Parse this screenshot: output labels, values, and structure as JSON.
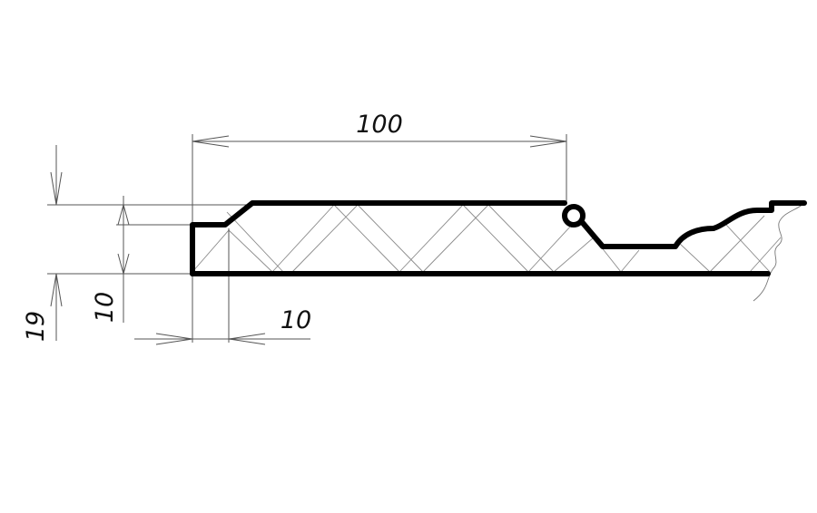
{
  "drawing": {
    "dimensions": {
      "width_label": "100",
      "thickness_label": "19",
      "groove_depth_label": "10",
      "chamfer_width_label": "10"
    },
    "colors": {
      "outline": "#000000",
      "dimension_lines": "#555555",
      "hatching": "#8a8a8a",
      "background": "#ffffff"
    }
  }
}
